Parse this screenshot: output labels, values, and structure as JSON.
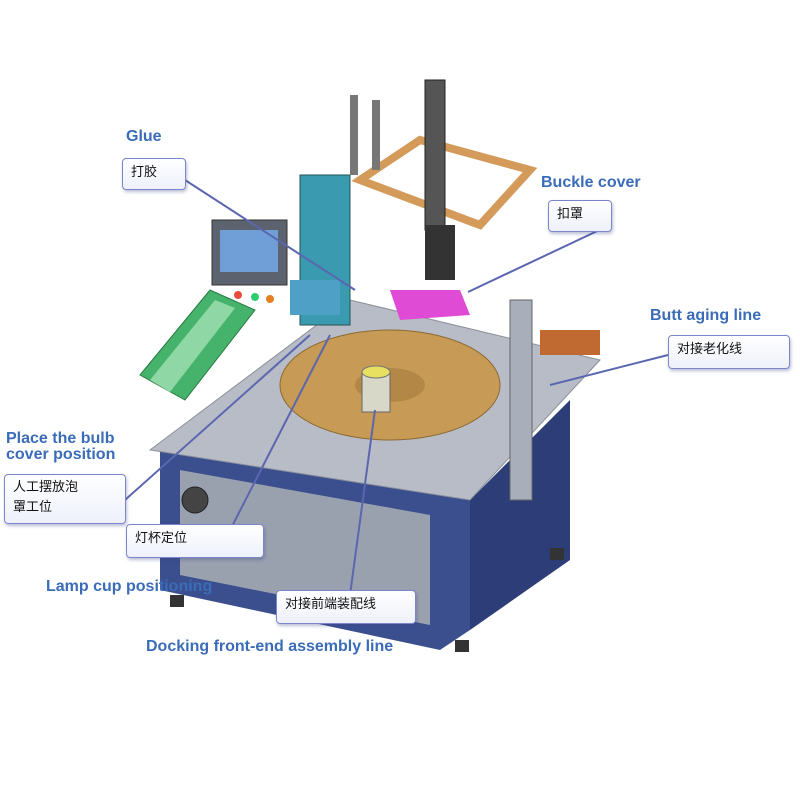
{
  "labels": {
    "glue": {
      "en": "Glue",
      "zh": "打胶"
    },
    "buckle": {
      "en": "Buckle cover",
      "zh": "扣罩"
    },
    "butt": {
      "en": "Butt aging line",
      "zh": "对接老化线"
    },
    "bulb": {
      "en_line1": "Place the bulb",
      "en_line2": "cover position",
      "zh_line1": "人工摆放泡",
      "zh_line2": "罩工位"
    },
    "cup": {
      "en": "Lamp cup positioning",
      "zh": "灯杯定位"
    },
    "dock": {
      "en": "Docking front-end assembly line",
      "zh": "对接前端装配线"
    }
  },
  "colors": {
    "label_text": "#3a6cb8",
    "box_border": "#7a86c8",
    "leader": "#5b66b0"
  }
}
